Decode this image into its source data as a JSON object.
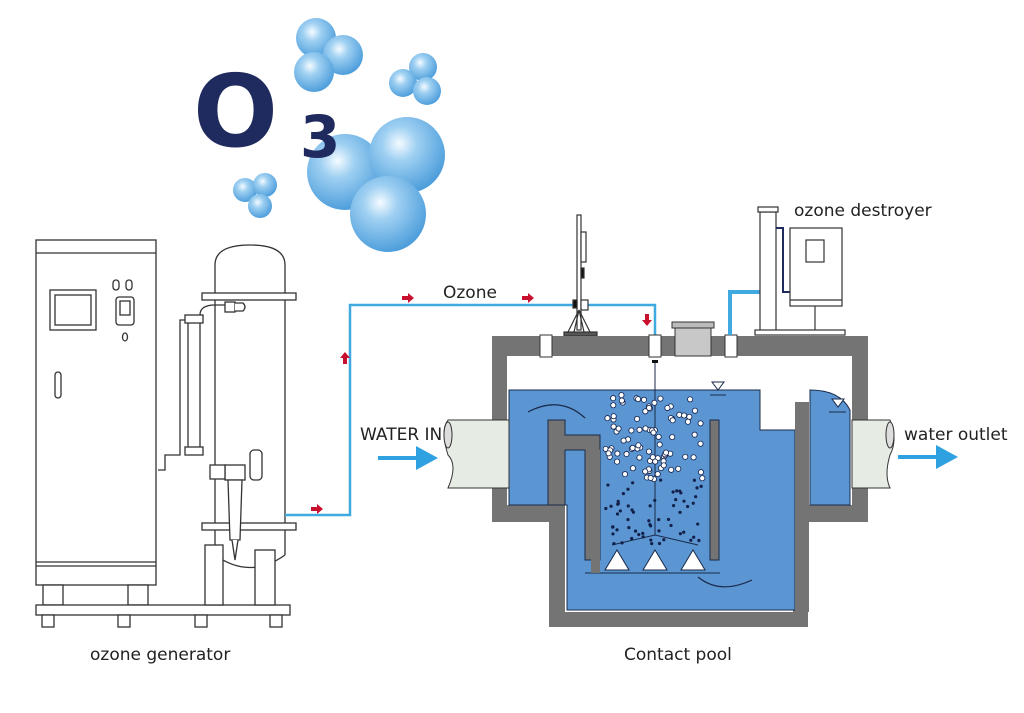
{
  "logo": {
    "symbol": "O",
    "subscript": "3"
  },
  "labels": {
    "ozone": "Ozone",
    "ozone_destroyer": "ozone destroyer",
    "water_in": "WATER IN",
    "water_outlet": "water outlet",
    "ozone_generator": "ozone generator",
    "contact_pool": "Contact pool"
  },
  "colors": {
    "pool_water": "#5b95d2",
    "pool_wall": "#747474",
    "ozone_pipe": "#3fa9e0",
    "flow_arrow": "#c8102e",
    "water_arrow": "#2fa0e0",
    "logo": "#1f2a5e",
    "bubble": "#6fb5e6"
  }
}
